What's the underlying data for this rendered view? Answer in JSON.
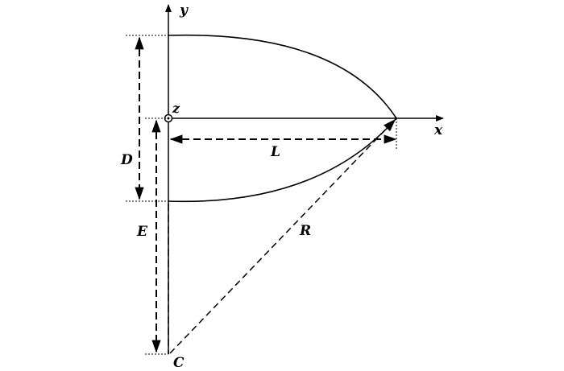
{
  "labels": {
    "y_axis": "y",
    "x_axis": "x",
    "z_axis": "z",
    "width": "D",
    "length": "L",
    "offset": "E",
    "radius": "R",
    "center": "C"
  },
  "colors": {
    "ink": "#000000",
    "background": "#ffffff"
  }
}
